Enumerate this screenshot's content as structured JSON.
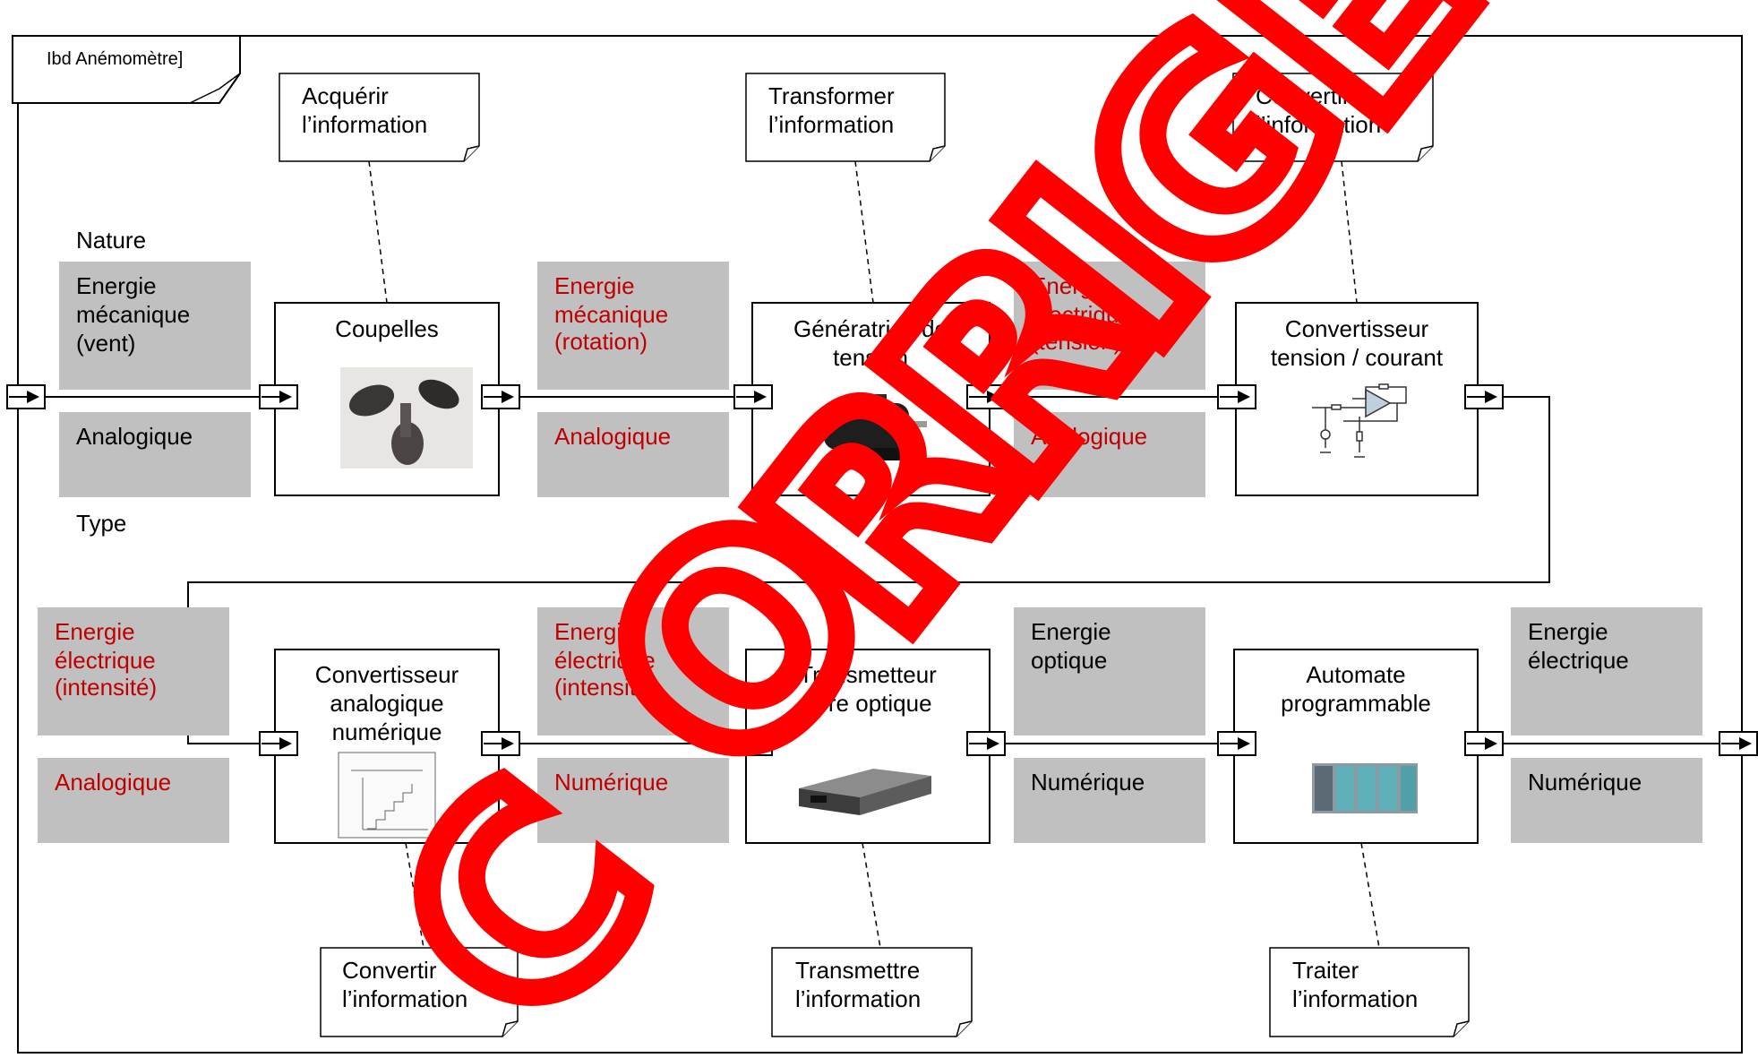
{
  "frame": {
    "title": "Ibd Anémomètre]"
  },
  "labels": {
    "nature": "Nature",
    "type": "Type"
  },
  "blocks": [
    {
      "name": "Coupelles",
      "lines": [
        "Coupelles"
      ]
    },
    {
      "name": "Génératrice de tension",
      "lines": [
        "Génératrice de",
        "tension"
      ]
    },
    {
      "name": "Convertisseur tension / courant",
      "lines": [
        "Convertisseur",
        "tension / courant"
      ]
    },
    {
      "name": "Convertisseur analogique numérique",
      "lines": [
        "Convertisseur",
        "analogique",
        "numérique"
      ]
    },
    {
      "name": "Transmetteur fibre optique",
      "lines": [
        "Transmetteur",
        "fibre optique"
      ]
    },
    {
      "name": "Automate programmable",
      "lines": [
        "Automate",
        "programmable"
      ]
    }
  ],
  "notes": [
    {
      "lines": [
        "Acquérir",
        "l’information"
      ]
    },
    {
      "lines": [
        "Transformer",
        "l’information"
      ]
    },
    {
      "lines": [
        "Convertir",
        "l’information"
      ]
    },
    {
      "lines": [
        "Convertir",
        "l’information"
      ]
    },
    {
      "lines": [
        "Transmettre",
        "l’information"
      ]
    },
    {
      "lines": [
        "Traiter",
        "l’information"
      ]
    }
  ],
  "flows": [
    {
      "nature": [
        "Energie",
        "mécanique",
        "(vent)"
      ],
      "type": "Analogique",
      "color": "#000000"
    },
    {
      "nature": [
        "Energie",
        "mécanique",
        "",
        "(rotation)"
      ],
      "type": "Analogique",
      "color": "#c00000"
    },
    {
      "nature": [
        "Energie",
        "électrique",
        "",
        "(tension)"
      ],
      "type": "Analogique",
      "color": "#c00000"
    },
    {
      "nature": [
        "Energie",
        "électrique",
        "",
        "(intensité)"
      ],
      "type": "Analogique",
      "color": "#c00000"
    },
    {
      "nature": [
        "Energie",
        "électrique",
        "",
        "(intensité)"
      ],
      "type": "Numérique",
      "color": "#c00000"
    },
    {
      "nature": [
        "Energie",
        "optique"
      ],
      "type": "Numérique",
      "color": "#000000"
    },
    {
      "nature": [
        "Energie",
        "électrique"
      ],
      "type": "Numérique",
      "color": "#000000"
    }
  ],
  "watermark": {
    "text": "CORRIGE",
    "color": "#ff0000"
  }
}
